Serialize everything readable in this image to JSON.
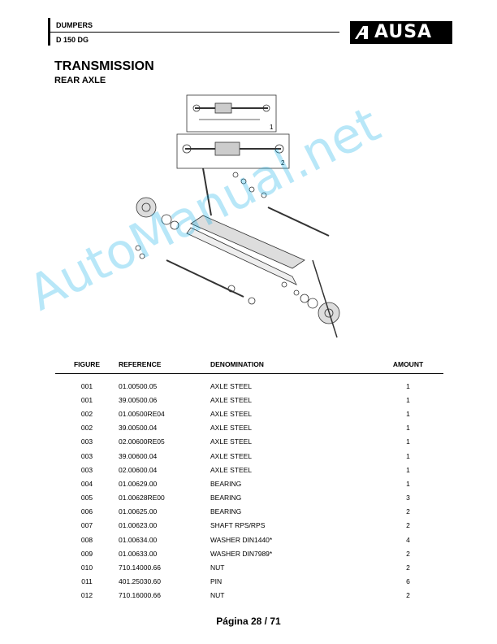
{
  "header": {
    "category": "DUMPERS",
    "model": "D 150 DG",
    "logo_text": "AUSA"
  },
  "section": {
    "title": "TRANSMISSION",
    "subtitle": "REAR AXLE"
  },
  "diagram": {
    "callouts": [
      "1",
      "2"
    ]
  },
  "watermark": "AutoManual.net",
  "table": {
    "headers": {
      "figure": "FIGURE",
      "reference": "REFERENCE",
      "denomination": "DENOMINATION",
      "amount": "AMOUNT"
    },
    "rows": [
      {
        "figure": "001",
        "reference": "01.00500.05",
        "denomination": "AXLE STEEL",
        "amount": "1"
      },
      {
        "figure": "001",
        "reference": "39.00500.06",
        "denomination": "AXLE STEEL",
        "amount": "1"
      },
      {
        "figure": "002",
        "reference": "01.00500RE04",
        "denomination": "AXLE STEEL",
        "amount": "1"
      },
      {
        "figure": "002",
        "reference": "39.00500.04",
        "denomination": "AXLE STEEL",
        "amount": "1"
      },
      {
        "figure": "003",
        "reference": "02.00600RE05",
        "denomination": "AXLE STEEL",
        "amount": "1"
      },
      {
        "figure": "003",
        "reference": "39.00600.04",
        "denomination": "AXLE STEEL",
        "amount": "1"
      },
      {
        "figure": "003",
        "reference": "02.00600.04",
        "denomination": "AXLE STEEL",
        "amount": "1"
      },
      {
        "figure": "004",
        "reference": "01.00629.00",
        "denomination": "BEARING",
        "amount": "1"
      },
      {
        "figure": "005",
        "reference": "01.00628RE00",
        "denomination": "BEARING",
        "amount": "3"
      },
      {
        "figure": "006",
        "reference": "01.00625.00",
        "denomination": "BEARING",
        "amount": "2"
      },
      {
        "figure": "007",
        "reference": "01.00623.00",
        "denomination": "SHAFT RPS/RPS",
        "amount": "2"
      },
      {
        "figure": "008",
        "reference": "01.00634.00",
        "denomination": "WASHER DIN1440*",
        "amount": "4"
      },
      {
        "figure": "009",
        "reference": "01.00633.00",
        "denomination": "WASHER DIN7989*",
        "amount": "2"
      },
      {
        "figure": "010",
        "reference": "710.14000.66",
        "denomination": "NUT",
        "amount": "2"
      },
      {
        "figure": "011",
        "reference": "401.25030.60",
        "denomination": "PIN",
        "amount": "6"
      },
      {
        "figure": "012",
        "reference": "710.16000.66",
        "denomination": "NUT",
        "amount": "2"
      }
    ]
  },
  "footer": {
    "page": "Página 28 / 71"
  }
}
